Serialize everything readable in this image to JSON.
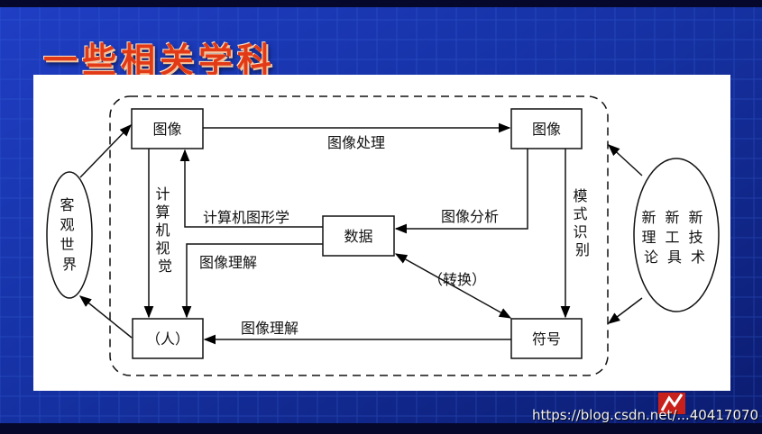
{
  "slide": {
    "title": "一些相关学科",
    "watermark": "https://blog.csdn.net/...40417070"
  },
  "diagram": {
    "nodes": {
      "image_in": "图像",
      "image_out": "图像",
      "data": "数据",
      "person": "（人）",
      "symbol": "符号",
      "world": [
        "客",
        "观",
        "世",
        "界"
      ],
      "new_cols": [
        [
          "新",
          "理",
          "论"
        ],
        [
          "新",
          "工",
          "具"
        ],
        [
          "新",
          "技",
          "术"
        ]
      ]
    },
    "edges": {
      "image_processing": "图像处理",
      "graphics": "计算机图形学",
      "image_analysis": "图像分析",
      "understanding_data": "图像理解",
      "conversion": "（转换）",
      "understanding_symbol": "图像理解",
      "vision": [
        "计",
        "算",
        "机",
        "视",
        "觉"
      ],
      "pattern": [
        "模",
        "式",
        "识",
        "别"
      ]
    }
  },
  "colors": {
    "title": "#e23a16",
    "background": "#0a1670",
    "panel": "#ffffff"
  }
}
